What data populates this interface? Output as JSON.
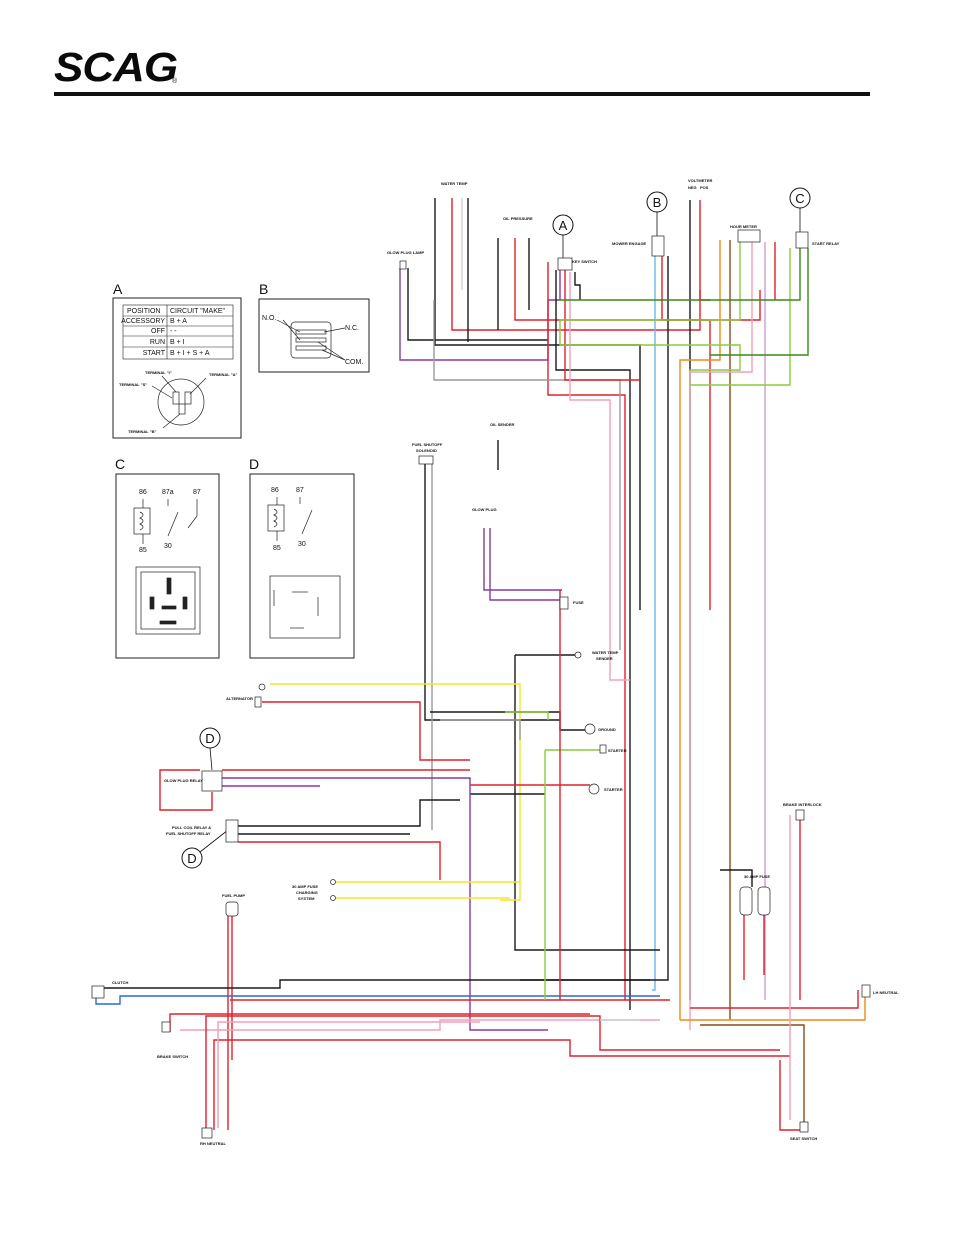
{
  "brand": {
    "logo": "SCAG",
    "reg": "®"
  },
  "insets": {
    "a": {
      "letter": "A",
      "table": {
        "headers": [
          "POSITION",
          "CIRCUIT \"MAKE\""
        ],
        "rows": [
          [
            "ACCESSORY",
            "B + A"
          ],
          [
            "OFF",
            "- -"
          ],
          [
            "RUN",
            "B + I"
          ],
          [
            "START",
            "B + I + S + A"
          ]
        ]
      },
      "terminals": {
        "i": "TERMINAL \"I\"",
        "s": "TERMINAL \"S\"",
        "a": "TERMINAL \"A\"",
        "b": "TERMINAL \"B\""
      }
    },
    "b": {
      "letter": "B",
      "no": "N.O.",
      "nc": "N.C.",
      "com": "COM."
    },
    "c": {
      "letter": "C",
      "pins": {
        "p86": "86",
        "p87a": "87a",
        "p87": "87",
        "p85": "85",
        "p30": "30"
      }
    },
    "d": {
      "letter": "D",
      "pins": {
        "p86": "86",
        "p87": "87",
        "p85": "85",
        "p30": "30"
      }
    }
  },
  "callouts": {
    "a": "A",
    "b": "B",
    "c": "C",
    "d1": "D",
    "d2": "D"
  },
  "components": {
    "water_temp": "WATER TEMP",
    "voltmeter": "VOLTMETER",
    "neg": "NEG",
    "pos": "POS",
    "oil_pressure": "OIL PRESSURE",
    "glow_plug_lamp": "GLOW PLUG LAMP",
    "key_switch": "KEY SWITCH",
    "hour_meter": "HOUR METER",
    "mower_engage": "MOWER ENGAGE",
    "start_relay": "START RELAY",
    "fuel_shutoff_1": "FUEL SHUTOFF",
    "fuel_shutoff_2": "SOLENOID",
    "oil_sender": "OIL SENDER",
    "glow_plug": "GLOW PLUG",
    "fuse": "FUSE",
    "water_temp_sender_1": "WATER TEMP",
    "water_temp_sender_2": "SENDER",
    "alternator": "ALTERNATOR",
    "ground": "GROUND",
    "starter_top": "STARTER",
    "starter": "STARTER",
    "glow_plug_relay": "GLOW PLUG RELAY",
    "pull_coil_1": "PULL COIL RELAY &",
    "pull_coil_2": "FUEL SHUTOFF RELAY",
    "charging_1": "30 AMP FUSE",
    "charging_2": "CHARGING",
    "charging_3": "SYSTEM",
    "brake_interlock": "BRAKE INTERLOCK",
    "fuel_pump": "FUEL PUMP",
    "amp_fuse": "30 AMP FUSE",
    "clutch": "CLUTCH",
    "lh_neutral": "LH NEUTRAL",
    "brake_switch": "BRAKE SWITCH",
    "rh_neutral": "RH NEUTRAL",
    "seat_switch": "SEAT SWITCH"
  },
  "wire_colors": {
    "black": "#1a1a1a",
    "red": "#e0202a",
    "grey": "#9a9a9a",
    "purple": "#8a3a9a",
    "pink": "#f0a0b8",
    "orange": "#f08a1a",
    "green": "#8acc3a",
    "darkgreen": "#3a8a1a",
    "blue": "#2a6ad0",
    "lightblue": "#6ab8e8",
    "yellow": "#f2e62a",
    "brown": "#8a4a1a",
    "white": "#d0d0d0",
    "lilac": "#c8a0d8"
  }
}
